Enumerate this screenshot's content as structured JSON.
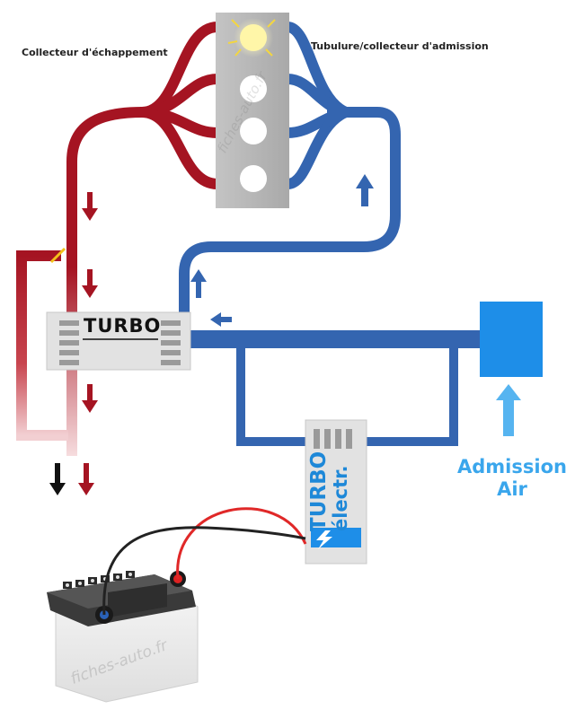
{
  "labels": {
    "exhaust_manifold": "Collecteur d'échappement",
    "intake_manifold": "Tubulure/collecteur d'admission",
    "admission_line1": "Admission",
    "admission_line2": "Air",
    "turbo": "TURBO",
    "eturbo_line1": "TURBO",
    "eturbo_line2": "électr."
  },
  "watermark": "fiches-auto.fr",
  "colors": {
    "exhaust_red": "#a51422",
    "intake_blue": "#3465b0",
    "air_blue": "#3aa6ec",
    "engine_grey": "#b9b9b9",
    "turbo_grey": "#e3e3e3",
    "spark_yellow": "#f6e76a",
    "cable_red": "#e02828",
    "cable_black": "#222222"
  },
  "icons": {
    "spark_plug_flash": "spark-icon",
    "lightning": "lightning-icon",
    "battery": "battery-icon"
  }
}
